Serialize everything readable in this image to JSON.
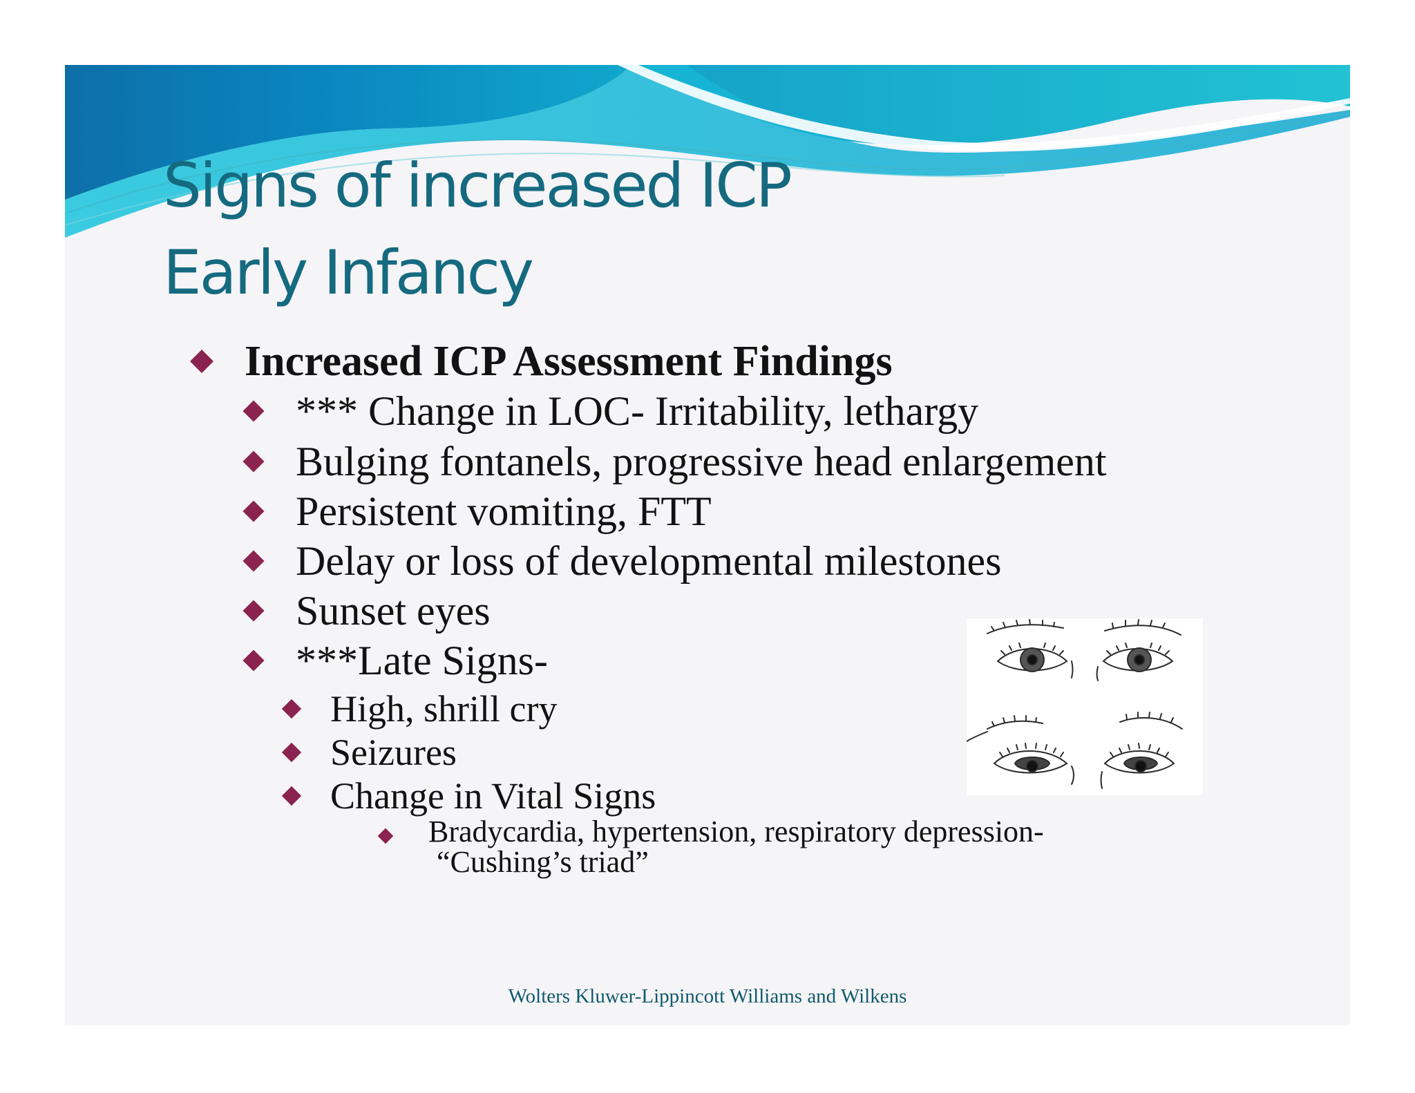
{
  "slide": {
    "title_line1": "Signs of increased ICP",
    "title_line2": "Early Infancy",
    "bullets": [
      {
        "level": 1,
        "text": "Increased ICP Assessment Findings"
      },
      {
        "level": 2,
        "text": "*** Change in LOC- Irritability, lethargy"
      },
      {
        "level": 2,
        "text": "Bulging fontanels, progressive head enlargement"
      },
      {
        "level": 2,
        "text": "Persistent vomiting, FTT"
      },
      {
        "level": 2,
        "text": "Delay or loss of developmental milestones"
      },
      {
        "level": 2,
        "text": "Sunset eyes"
      },
      {
        "level": 2,
        "text": "***Late Signs-"
      },
      {
        "level": 3,
        "text": "High, shrill cry"
      },
      {
        "level": 3,
        "text": "Seizures"
      },
      {
        "level": 3,
        "text": "Change in Vital Signs"
      },
      {
        "level": 4,
        "text": "Bradycardia, hypertension, respiratory depression-",
        "text_line2": "“Cushing’s triad”"
      }
    ],
    "credit": "Wolters Kluwer-Lippincott Williams and Wilkens"
  },
  "colors": {
    "title": "#156a80",
    "bullet_diamond": "#8a2350",
    "banner_dark": "#0a78b0",
    "banner_light": "#20c6d6",
    "credit": "#0f5a6b"
  },
  "icons": {
    "bullet": "diamond-bullet-icon",
    "illustration": "sunset-eyes-illustration"
  }
}
